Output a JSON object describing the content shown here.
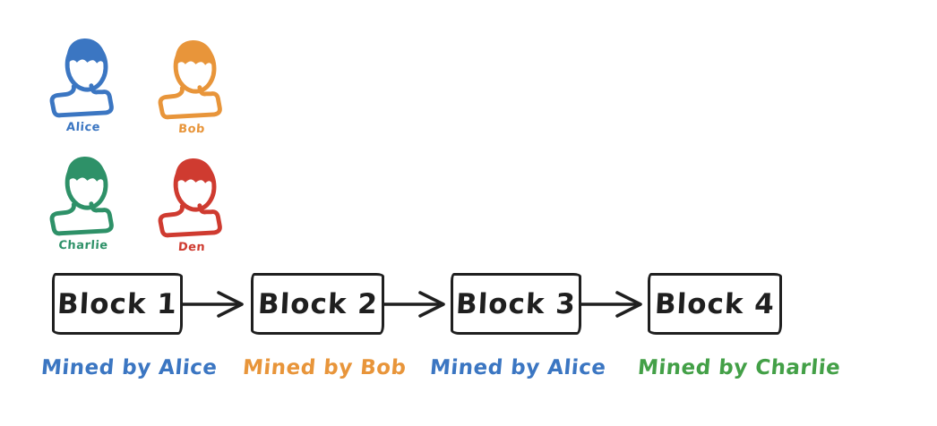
{
  "colors": {
    "ink": "#1f1f1f",
    "background": "#ffffff",
    "blue": "#3b76c2",
    "orange": "#e8953a",
    "green_avatar": "#2e9168",
    "green_label": "#43a047",
    "red": "#cf3b30"
  },
  "miners": [
    {
      "name": "Alice",
      "color": "#3b76c2"
    },
    {
      "name": "Bob",
      "color": "#e8953a"
    },
    {
      "name": "Charlie",
      "color": "#2e9168"
    },
    {
      "name": "Den",
      "color": "#cf3b30"
    }
  ],
  "blockchain": [
    {
      "label": "Block 1",
      "mined_by": "Mined by Alice",
      "mined_color": "#3b76c2"
    },
    {
      "label": "Block 2",
      "mined_by": "Mined by Bob",
      "mined_color": "#e8953a"
    },
    {
      "label": "Block 3",
      "mined_by": "Mined by Alice",
      "mined_color": "#3b76c2"
    },
    {
      "label": "Block 4",
      "mined_by": "Mined by Charlie",
      "mined_color": "#43a047"
    }
  ]
}
